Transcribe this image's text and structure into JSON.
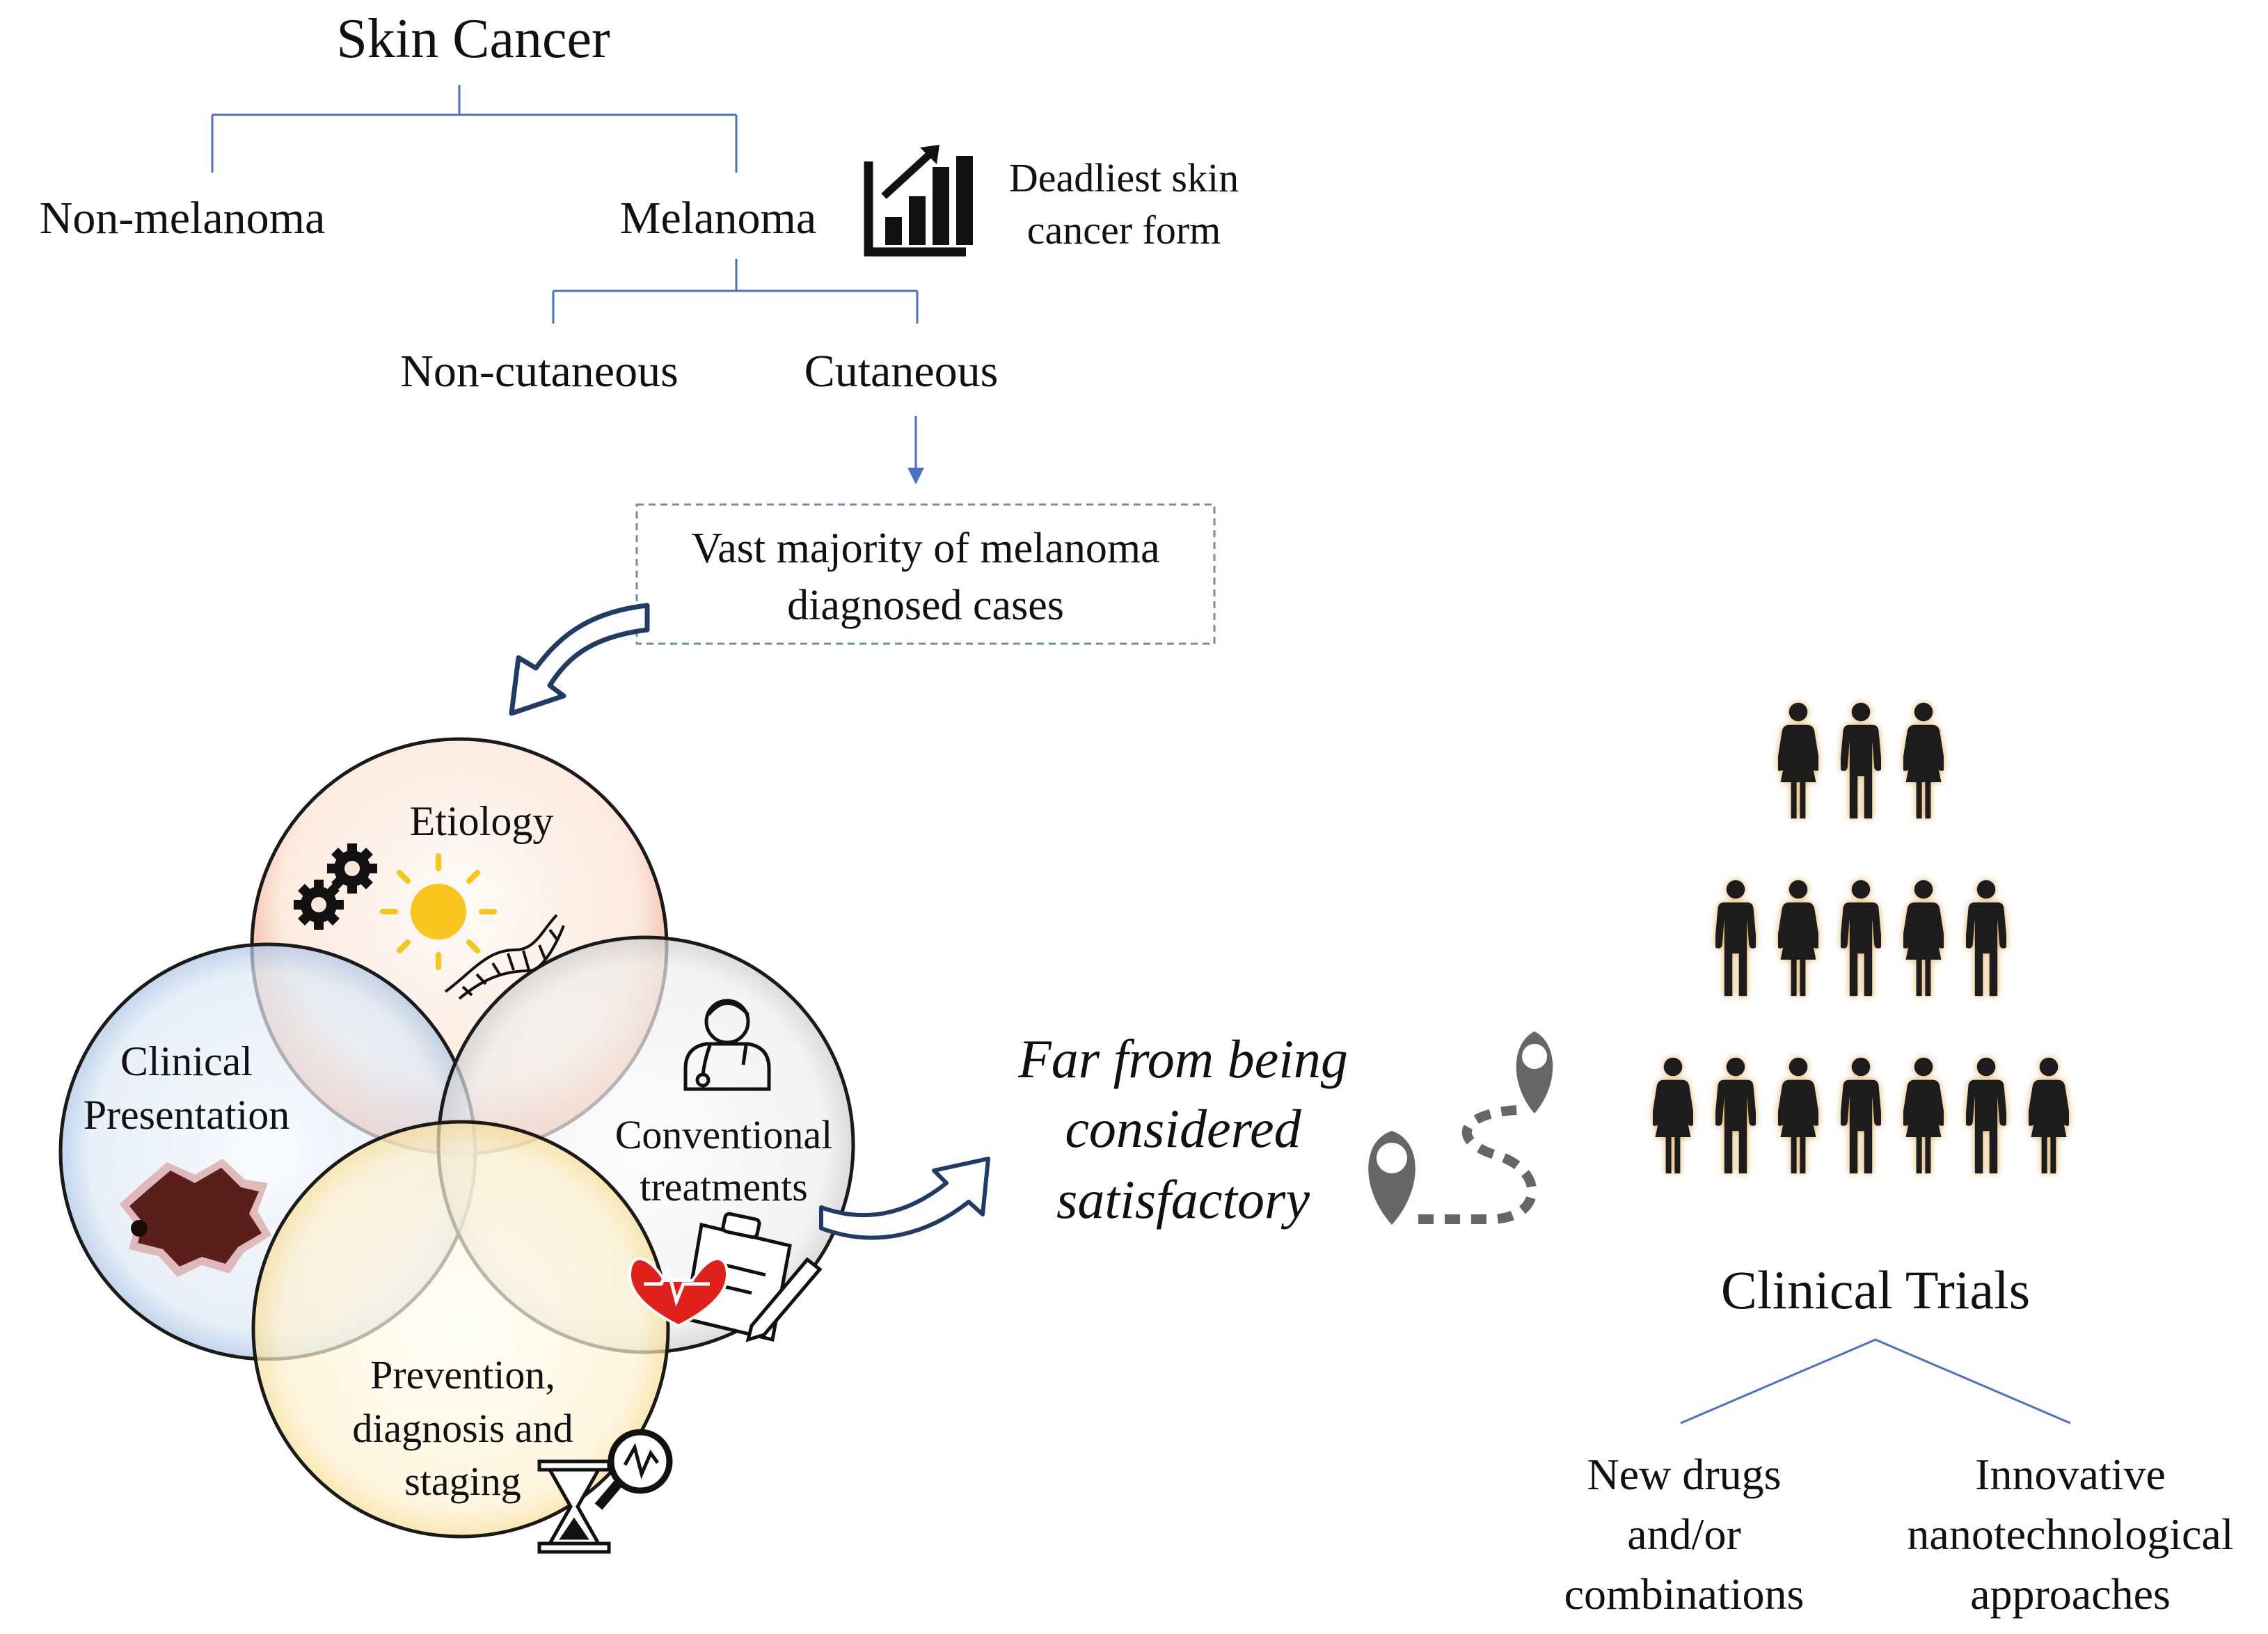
{
  "tree": {
    "root": "Skin Cancer",
    "non_melanoma": "Non-melanoma",
    "melanoma": "Melanoma",
    "deadliest_line1": "Deadliest skin",
    "deadliest_line2": "cancer form",
    "non_cutaneous": "Non-cutaneous",
    "cutaneous": "Cutaneous",
    "majority_line1": "Vast majority of melanoma",
    "majority_line2": "diagnosed cases"
  },
  "venn": {
    "etiology": "Etiology",
    "clinical_line1": "Clinical",
    "clinical_line2": "Presentation",
    "conventional_line1": "Conventional",
    "conventional_line2": "treatments",
    "prevention_line1": "Prevention,",
    "prevention_line2": "diagnosis and",
    "prevention_line3": "staging"
  },
  "status": {
    "line1": "Far from being",
    "line2": "considered",
    "line3": "satisfactory"
  },
  "trials": {
    "title": "Clinical Trials",
    "left_line1": "New drugs",
    "left_line2": "and/or",
    "left_line3": "combinations",
    "right_line1": "Innovative",
    "right_line2": "nanotechnological",
    "right_line3": "approaches"
  },
  "colors": {
    "connector": "#4a72c4",
    "etiology": "#e8825a",
    "clinical": "#5a8fd0",
    "conventional": "#9a9a9a",
    "prevention": "#f0c040",
    "arrow": "#1f3b66",
    "heart": "#e0201a",
    "lesion": "#5a1f1a",
    "people": "#1a1a1a",
    "pin": "#666666"
  }
}
